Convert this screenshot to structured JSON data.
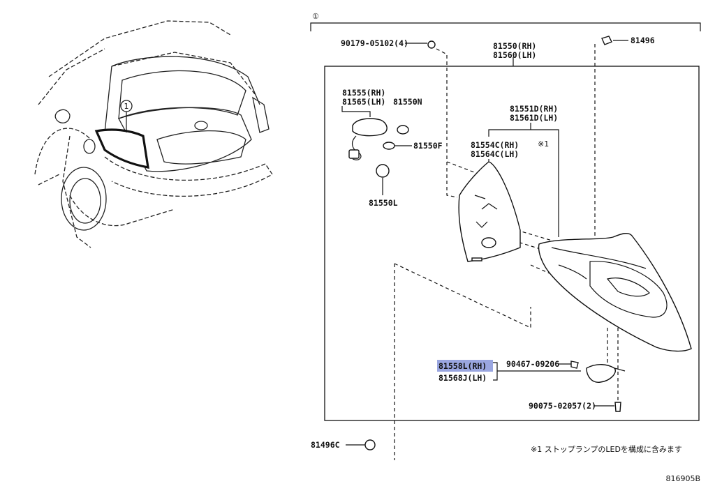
{
  "callout_number": "①",
  "note_symbol": "※1",
  "labels": {
    "p90179": "90179-05102(4)",
    "p81550rh": "81550(RH)",
    "p81560lh": "81560(LH)",
    "p81496": "81496",
    "p81555rh": "81555(RH)",
    "p81565lh": "81565(LH)",
    "p81550n": "81550N",
    "p81551drh": "81551D(RH)",
    "p81561dlh": "81561D(LH)",
    "p81554crh": "81554C(RH)",
    "p81564clh": "81564C(LH)",
    "p81550f": "81550F",
    "p81550l": "81550L",
    "p81558lrh": "81558L(RH)",
    "p81568jlh": "81568J(LH)",
    "p90467": "90467-09206",
    "p90075": "90075-02057(2)",
    "p81496c": "81496C"
  },
  "footnote": "※1 ストップランプのLEDを構成に含みます",
  "diagram_id": "816905B",
  "highlight_color": "#9aa6e0"
}
